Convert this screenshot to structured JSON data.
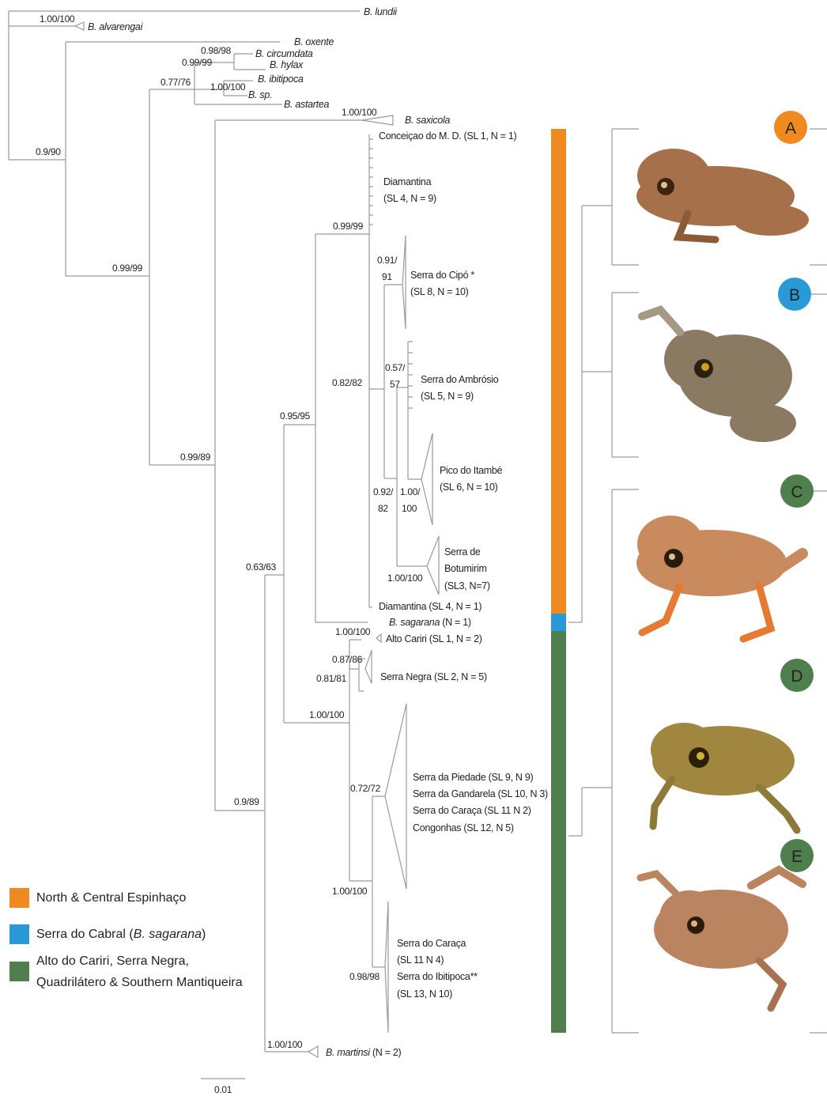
{
  "tips": {
    "lundii": "B. lundii",
    "alvarengai": "B. alvarengai",
    "oxente": "B. oxente",
    "circumdata": "B. circumdata",
    "hylax": "B. hylax",
    "ibitipoca": "B. ibitipoca",
    "sp": "B. sp.",
    "astartea": "B. astartea",
    "saxicola": "B. saxicola",
    "conceicao": "Conceiçao do M. D. (SL 1, N = 1)",
    "diamantina_name": "Diamantina",
    "diamantina_sl": "(SL 4, N = 9)",
    "cipo_name": "Serra do Cipó *",
    "cipo_sl": "(SL 8, N = 10)",
    "ambrosio_name": "Serra do Ambrósio",
    "ambrosio_sl": "(SL 5, N = 9)",
    "itambe_name": "Pico do Itambé",
    "itambe_sl": "(SL 6, N = 10)",
    "botumirim_1": "Serra de",
    "botumirim_2": "Botumirim",
    "botumirim_3": "(SL3, N=7)",
    "diamantina_single": "Diamantina (SL 4, N = 1)",
    "sagarana": "B. sagarana",
    "sagarana_n": "(N = 1)",
    "alto_cariri": "Alto Cariri (SL 1, N = 2)",
    "serra_negra": "Serra Negra (SL 2, N = 5)",
    "piedade": "Serra da Piedade (SL 9, N 9)",
    "gandarela": "Serra da Gandarela (SL 10, N 3)",
    "caraca_a": "Serra do Caraça (SL 11 N 2)",
    "congonhas": "Congonhas (SL 12, N 5)",
    "caraca_b1": "Serra do Caraça",
    "caraca_b2": "(SL 11 N 4)",
    "ibitipoca_loc": "Serra do Ibitipoca**",
    "ibitipoca_sl": "(SL 13, N 10)",
    "martinsi": "B. martinsi",
    "martinsi_n": "(N = 2)"
  },
  "supports": {
    "alvarengai": "1.00/100",
    "root_left": "0.9/90",
    "circumdata_oxente": "0.98/98",
    "circumdata_clade": "0.99/99",
    "ibitipoca_group": "0.77/76",
    "ibitipoca_sp": "1.00/100",
    "inner_clade": "0.99/99",
    "saxicola": "1.00/100",
    "espinhaco": "0.99/89",
    "diamantina": "0.99/99",
    "cipo_1": "0.91/",
    "cipo_2": "91",
    "ambrosio_1": "0.57/",
    "ambrosio_2": "57",
    "central_group": "0.82/82",
    "itambe_1": "1.00/",
    "itambe_2": "100",
    "botu_group_1": "0.92/",
    "botu_group_2": "82",
    "botumirim": "1.00/100",
    "north_central": "0.95/95",
    "sagarana_node": "0.63/63",
    "alto_cariri": "1.00/100",
    "serra_negra_inner": "0.87/86",
    "serra_negra_outer": "0.81/81",
    "southern_clade": "1.00/100",
    "quadrilatero": "0.72/72",
    "caraca_ibitipoca": "0.98/98",
    "southern_group": "1.00/100",
    "main_clade": "0.9/89",
    "martinsi": "1.00/100"
  },
  "scale": "0.01",
  "bars": {
    "orange_color": "#EE8A1F",
    "blue_color": "#2A9AD6",
    "green_color": "#4E7F4C"
  },
  "panels": [
    {
      "letter": "A",
      "color": "#EE8A1F",
      "frog_color": "#a5704a"
    },
    {
      "letter": "B",
      "color": "#2A9AD6",
      "frog_color": "#8b7a62"
    },
    {
      "letter": "C",
      "color": "#4E7F4C",
      "frog_color": "#c98a5e"
    },
    {
      "letter": "D",
      "color": "#4E7F4C",
      "frog_color": "#a0863e"
    },
    {
      "letter": "E",
      "color": "#4E7F4C",
      "frog_color": "#bb8460"
    }
  ],
  "legend": {
    "item1": "North & Central Espinhaço",
    "item2_pre": "Serra do Cabral (",
    "item2_it": "B. sagarana",
    "item2_post": ")",
    "item3_line1": "Alto do Cariri, Serra Negra,",
    "item3_line2": "Quadrilátero & Southern Mantiqueira"
  }
}
